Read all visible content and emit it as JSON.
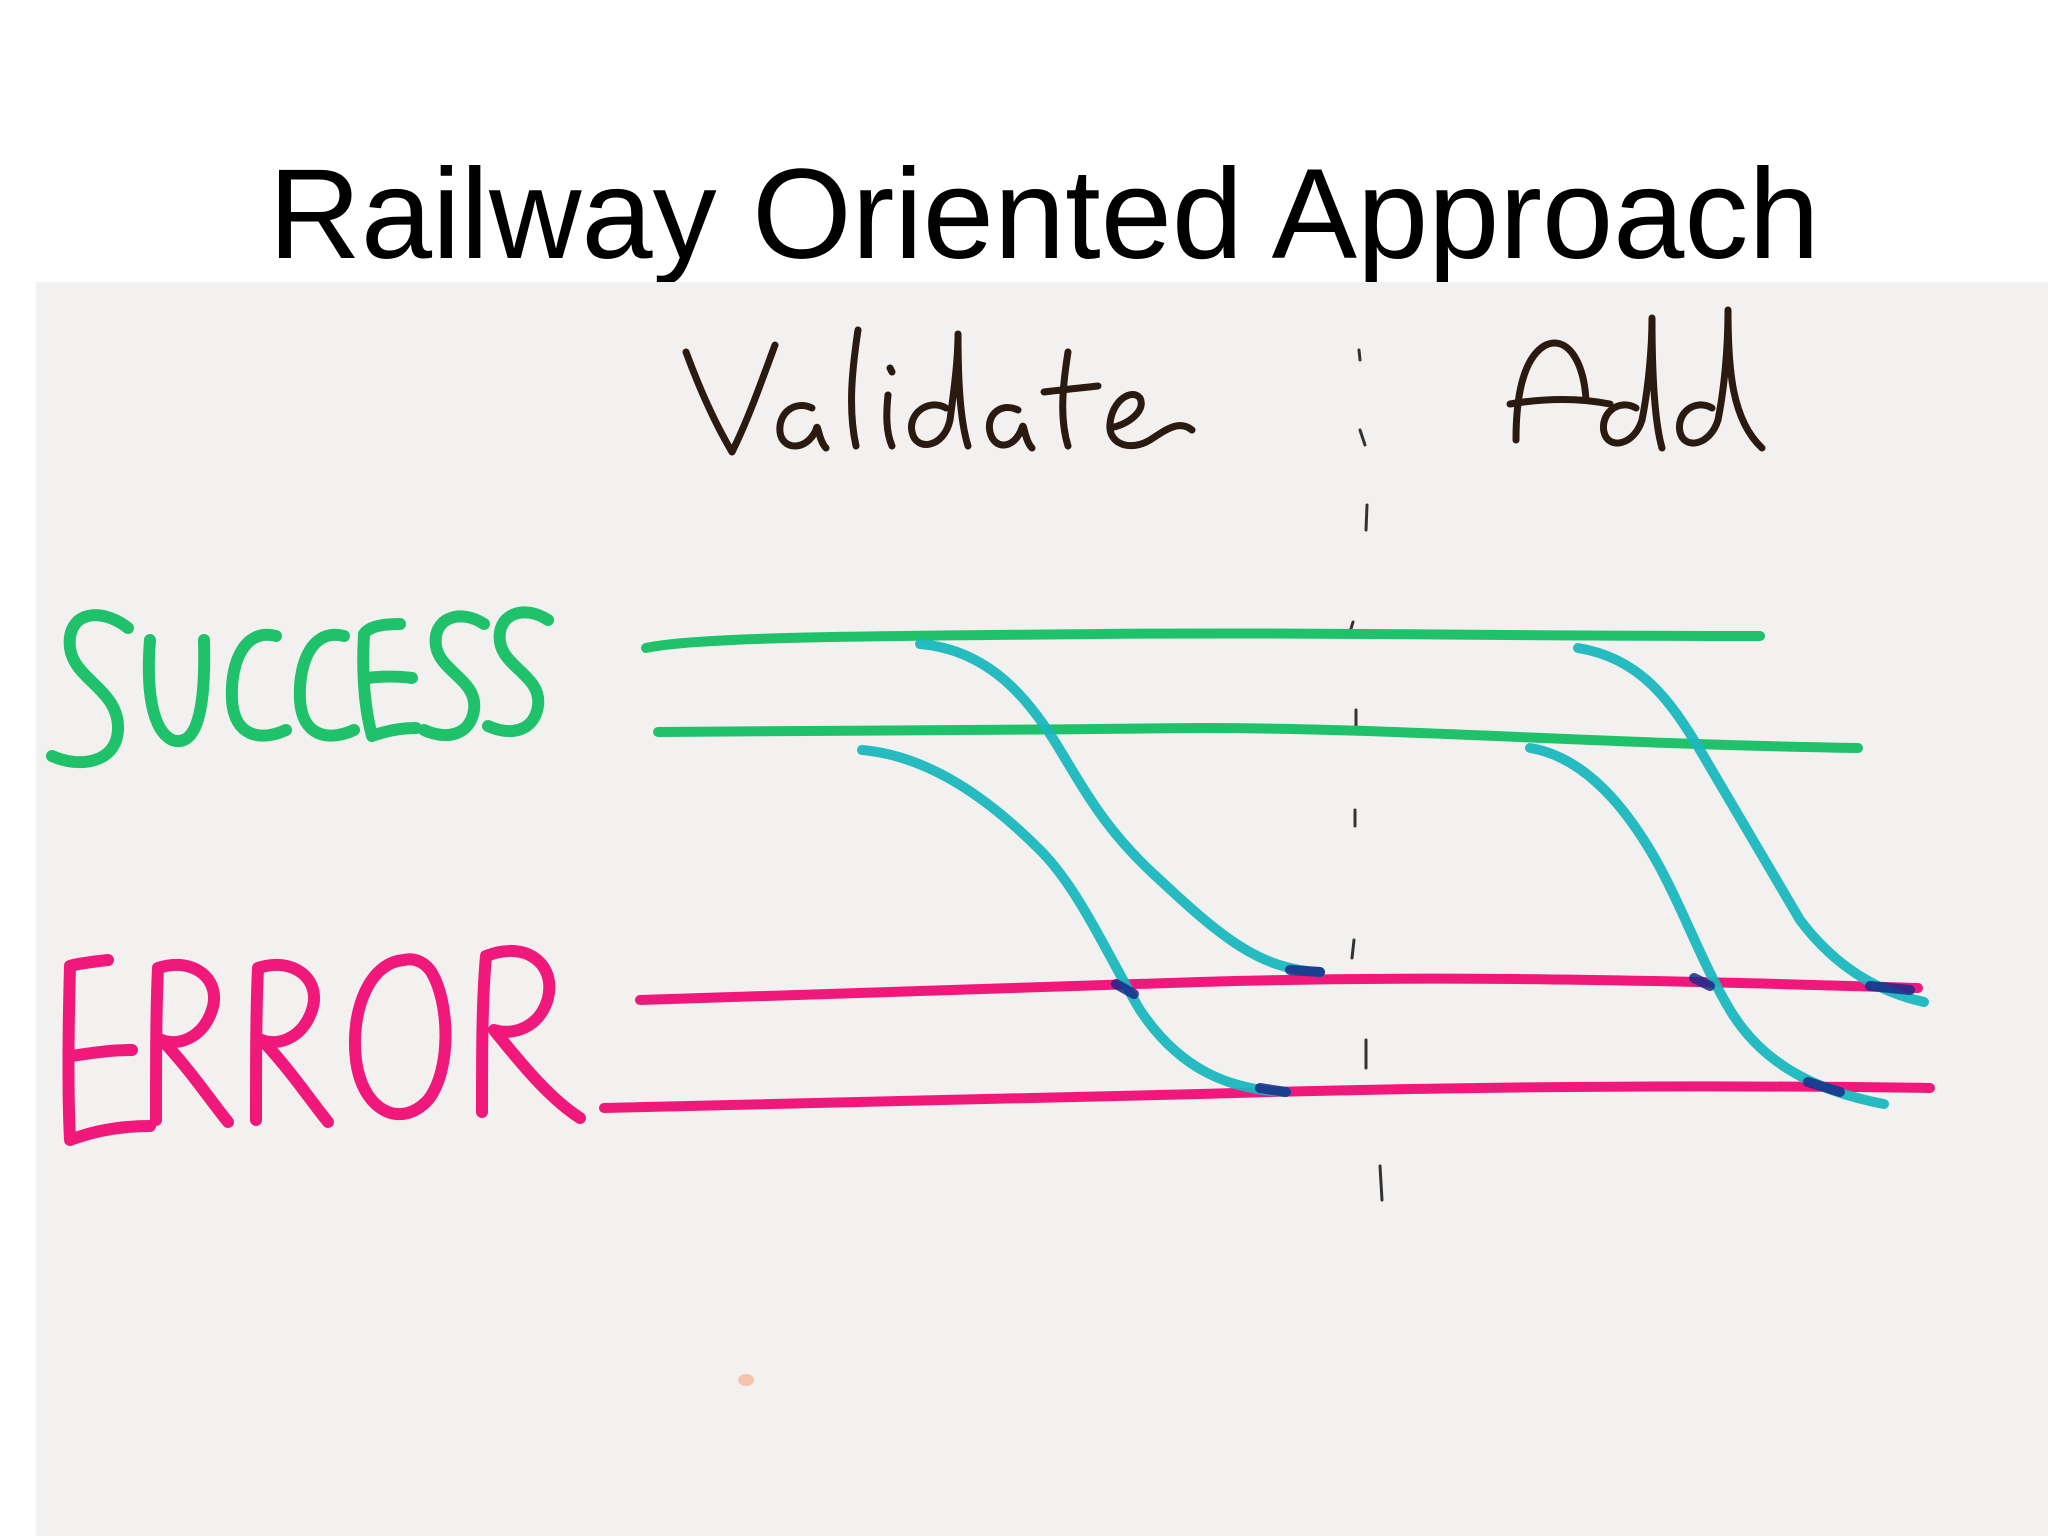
{
  "title": "Railway Oriented Approach",
  "diagram": {
    "steps": [
      {
        "label": "Validate"
      },
      {
        "label": "Add"
      }
    ],
    "tracks": [
      {
        "label": "SUCCESS",
        "color": "#1fc26a"
      },
      {
        "label": "ERROR",
        "color": "#f0187a"
      }
    ],
    "switch_color": "#1ab7bd",
    "ink_color": "#2a1a10",
    "background_color": "#f3f1ef"
  }
}
